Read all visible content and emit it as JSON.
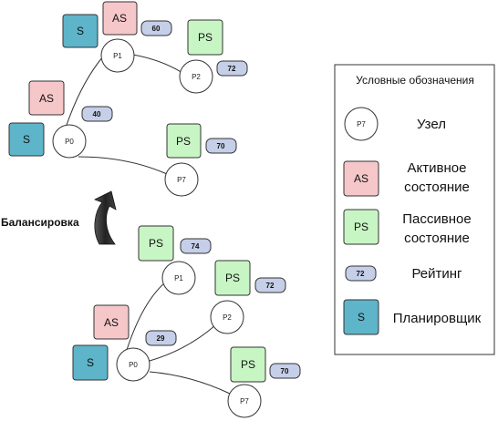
{
  "colors": {
    "active_fill": "#f6c7c9",
    "passive_fill": "#c8f5c4",
    "rating_fill": "#c5cfe8",
    "scheduler_fill": "#5eb4c9",
    "node_fill": "#ffffff",
    "stroke": "#333333"
  },
  "top": {
    "nodes": {
      "p0": "P0",
      "p1": "P1",
      "p2": "P2",
      "p7": "P7"
    },
    "scheduler": "S",
    "active_p1": "AS",
    "active_p0": "AS",
    "passive_p2": "PS",
    "passive_p7": "PS",
    "ratings": {
      "p1": "60",
      "p2": "72",
      "p0": "40",
      "p7": "70"
    }
  },
  "bottom": {
    "nodes": {
      "p0": "P0",
      "p1": "P1",
      "p2": "P2",
      "p7": "P7"
    },
    "scheduler": "S",
    "active_p0": "AS",
    "passive_p1": "PS",
    "passive_p2": "PS",
    "passive_p7": "PS",
    "ratings": {
      "p1": "74",
      "p2": "72",
      "p0": "29",
      "p7": "70"
    }
  },
  "balance_label": "Балансировка",
  "legend": {
    "title": "Условные обозначения",
    "node_sample": "P7",
    "node_text": "Узел",
    "active_sample": "AS",
    "active_text_1": "Активное",
    "active_text_2": "состояние",
    "passive_sample": "PS",
    "passive_text_1": "Пассивное",
    "passive_text_2": "состояние",
    "rating_sample": "72",
    "rating_text": "Рейтинг",
    "scheduler_sample": "S",
    "scheduler_text": "Планировщик"
  }
}
